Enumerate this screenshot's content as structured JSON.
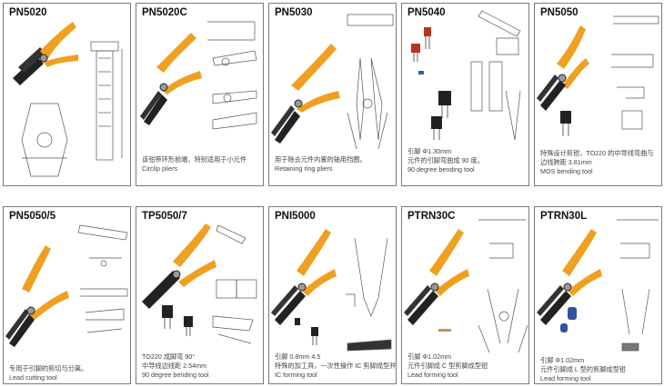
{
  "colors": {
    "handle": "#f0a020",
    "handle_shadow": "#c97a10",
    "jaw": "#222222",
    "line": "#555555",
    "border": "#7a7a7a"
  },
  "tools": [
    {
      "code": "PN5020",
      "lines": []
    },
    {
      "code": "PN5020C",
      "lines": [
        "该钳带环形前端，特别适用于小元件",
        "Circlip pliers"
      ]
    },
    {
      "code": "PN5030",
      "lines": [
        "用于除去元件内置的轴用挡圈。",
        "Retaining ring pliers"
      ]
    },
    {
      "code": "PN5040",
      "lines": [
        "引脚 Φ1.30mm",
        "元件的引脚弯曲成 90 度。",
        "90 degree bending tool"
      ]
    },
    {
      "code": "PN5050",
      "lines": [
        "特殊设计剪钳，TO220 的中导线弯曲与",
        "边线跨距 3.81mm",
        "MOS bending tool"
      ]
    },
    {
      "code": "PN5050/5",
      "lines": [
        "专用于引脚的剪切与分离。",
        "Lead cutting tool"
      ]
    },
    {
      "code": "TP5050/7",
      "lines": [
        "TO220 成脚弯 90°",
        "中导线边线距 2.54mm",
        " 90 degree bending tool"
      ]
    },
    {
      "code": "PNI5000",
      "lines": [
        "引脚 0.8mm 4.5",
        "特殊的加工具，一次性操作 IC 剪脚成型并保持的成型。",
        "IC forming tool"
      ]
    },
    {
      "code": "PTRN30C",
      "lines": [
        "引脚 Φ1.02mm",
        "元件引脚成 C 型剪脚成型钳",
        "Lead forming tool"
      ]
    },
    {
      "code": "PTRN30L",
      "lines": [
        "引脚 Φ1.02mm",
        "元件引脚成 L 型的剪脚成型钳",
        "Lead forming tool"
      ]
    }
  ]
}
